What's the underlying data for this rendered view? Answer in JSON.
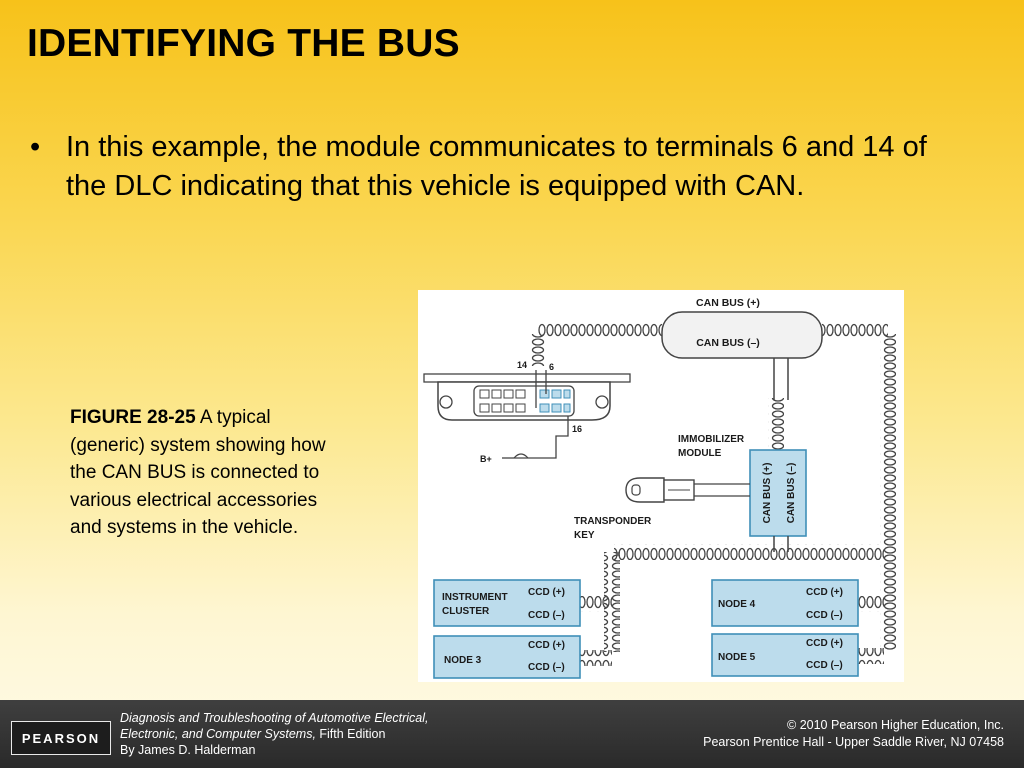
{
  "slide": {
    "title": "IDENTIFYING THE BUS",
    "bullets": [
      "In this example, the module communicates to terminals 6 and 14 of the DLC indicating that this vehicle is equipped with CAN."
    ],
    "bullet_glyph": "•"
  },
  "caption": {
    "figure_number": "FIGURE 28-25",
    "text": " A typical (generic) system showing how the CAN BUS is connected to various electrical accessories and systems in the vehicle."
  },
  "diagram": {
    "can_bus_plus": "CAN BUS (+)",
    "can_bus_minus": "CAN BUS (–)",
    "pin_14": "14",
    "pin_6": "6",
    "pin_16": "16",
    "b_plus": "B+",
    "immobilizer_line1": "IMMOBILIZER",
    "immobilizer_line2": "MODULE",
    "immobilizer_can_plus": "CAN BUS (+)",
    "immobilizer_can_minus": "CAN BUS (–)",
    "transponder_line1": "TRANSPONDER",
    "transponder_line2": "KEY",
    "instrument_line1": "INSTRUMENT",
    "instrument_line2": "CLUSTER",
    "node3": "NODE 3",
    "node4": "NODE 4",
    "node5": "NODE 5",
    "ccd_plus": "CCD (+)",
    "ccd_minus": "CCD (–)",
    "colors": {
      "module_fill": "#bcdcec",
      "module_stroke": "#3f8fb8",
      "wire": "#444444"
    }
  },
  "footer": {
    "logo": "PEARSON",
    "book_title_line1": "Diagnosis and Troubleshooting of Automotive Electrical,",
    "book_title_line2": "Electronic, and Computer Systems,",
    "edition": " Fifth Edition",
    "author": "By James D. Halderman",
    "copyright_line1": "© 2010 Pearson Higher Education, Inc.",
    "copyright_line2": "Pearson Prentice Hall - Upper Saddle River, NJ 07458"
  }
}
